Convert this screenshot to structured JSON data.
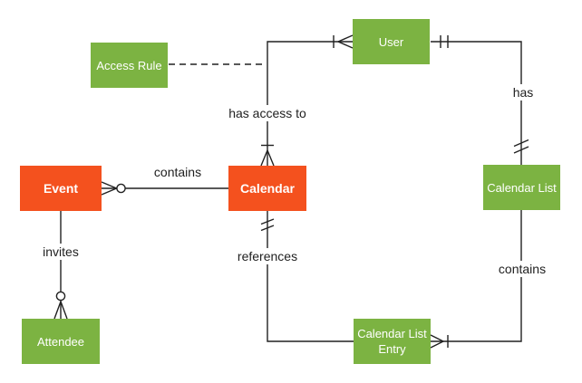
{
  "diagram": {
    "type": "entity-relationship",
    "background": "#ffffff",
    "colors": {
      "entity_orange": "#F4511E",
      "entity_green": "#7CB342",
      "entity_text": "#ffffff",
      "line": "#212121",
      "label_text": "#212121"
    },
    "entities": {
      "access_rule": {
        "label": "Access Rule",
        "color": "#7CB342"
      },
      "user": {
        "label": "User",
        "color": "#7CB342"
      },
      "event": {
        "label": "Event",
        "color": "#F4511E"
      },
      "calendar": {
        "label": "Calendar",
        "color": "#F4511E"
      },
      "calendar_list": {
        "label": "Calendar List",
        "color": "#7CB342"
      },
      "calendar_list_entry": {
        "label": "Calendar List Entry",
        "color": "#7CB342"
      },
      "attendee": {
        "label": "Attendee",
        "color": "#7CB342"
      }
    },
    "relationships": {
      "contains_event": {
        "label": "contains",
        "between": [
          "Calendar",
          "Event"
        ],
        "notation": "zero-or-many at Event end"
      },
      "has_access_to": {
        "label": "has access to",
        "between": [
          "Calendar",
          "User"
        ],
        "notation": "one-or-many at Calendar end, one-or-many at User end"
      },
      "access_rule_link": {
        "between": [
          "Access Rule",
          "has access to"
        ],
        "notation": "dashed association"
      },
      "has": {
        "label": "has",
        "between": [
          "User",
          "Calendar List"
        ],
        "notation": "exactly-one at User end, exactly-one at Calendar List end"
      },
      "contains_entry": {
        "label": "contains",
        "between": [
          "Calendar List",
          "Calendar List Entry"
        ],
        "notation": "one-or-many at Calendar List Entry end"
      },
      "references": {
        "label": "references",
        "between": [
          "Calendar",
          "Calendar List Entry"
        ],
        "notation": "exactly-one at Calendar end"
      },
      "invites": {
        "label": "invites",
        "between": [
          "Event",
          "Attendee"
        ],
        "notation": "zero-or-many at Attendee end"
      }
    }
  }
}
